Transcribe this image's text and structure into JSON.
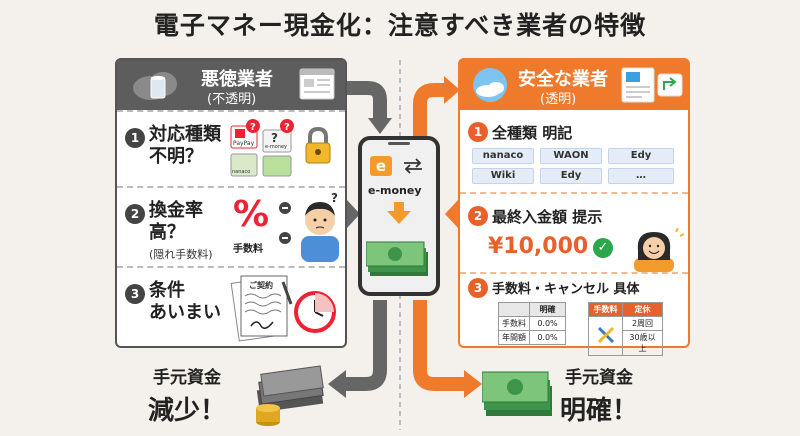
{
  "title": "電子マネー現金化：注意すべき業者の特徴",
  "left_panel": {
    "title": "悪徳業者",
    "subtitle": "(不透明)",
    "items": [
      {
        "number": "1",
        "line1": "対応種類",
        "line2": "不明？",
        "sub": ""
      },
      {
        "number": "2",
        "line1": "換金率",
        "line2": "高？",
        "sub": "(隠れ手数料)"
      },
      {
        "number": "3",
        "line1": "条件",
        "line2": "あいまい",
        "sub": ""
      }
    ],
    "cards": [
      "PayPay",
      "e-money",
      "nanaco"
    ],
    "fee_label": "手数料",
    "percent": "%",
    "contract": "ご契約"
  },
  "phone": {
    "logo": "e",
    "label": "e-money"
  },
  "right_panel": {
    "title": "安全な業者",
    "subtitle": "(透明)",
    "item1": {
      "number": "1",
      "label": "全種類 明記",
      "chips": [
        "nanaco",
        "WAON",
        "Edy",
        "Wiki",
        "Edy",
        "…"
      ]
    },
    "item2": {
      "number": "2",
      "label": "最終入金額 提示",
      "amount": "¥10,000",
      "check": "✓"
    },
    "item3": {
      "number": "3",
      "label": "手数料・キャンセル 具体",
      "table1": {
        "headers": [
          "",
          "明確"
        ],
        "rows": [
          [
            "手数料",
            "0.0%"
          ],
          [
            "年間額",
            "0.0%"
          ]
        ]
      },
      "table2": {
        "headers": [
          "手数料",
          "定休"
        ],
        "rows": [
          [
            "",
            "2周回"
          ],
          [
            "",
            "30歳以上"
          ]
        ]
      }
    }
  },
  "bottom_left": {
    "line1": "手元資金",
    "line2": "減少！"
  },
  "bottom_right": {
    "line1": "手元資金",
    "line2": "明確！"
  },
  "colors": {
    "bad": "#5d5d5d",
    "good": "#f07a2c",
    "accent": "#e8602a",
    "ok": "#2aa84a"
  }
}
